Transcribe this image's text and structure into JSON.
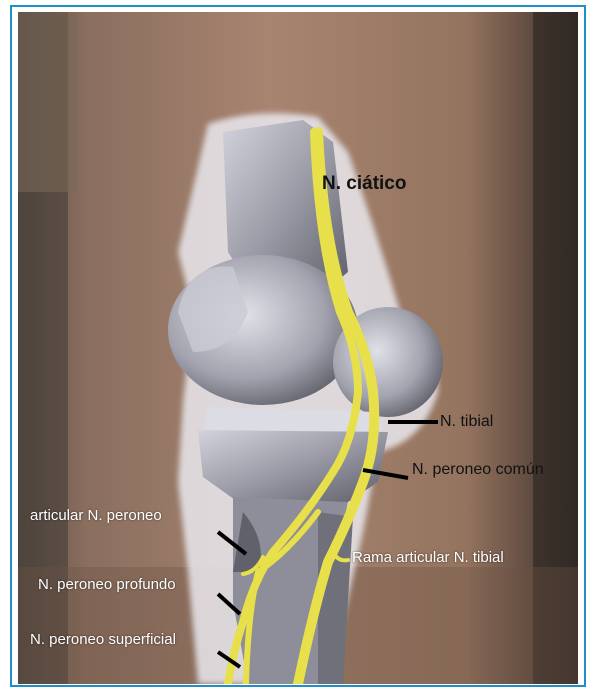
{
  "figure": {
    "labels": {
      "sciatic": "N. ciático",
      "tibial": "N. tibial",
      "common_peroneal": "N. peroneo común",
      "articular_peroneal": "articular N. peroneo",
      "articular_tibial": "Rama articular N. tibial",
      "deep_peroneal": "N. peroneo profundo",
      "superficial_peroneal": "N. peroneo superficial"
    },
    "colors": {
      "frame_border": "#1e8fc6",
      "nerve": "#e8e04a",
      "bone": "#a9aab4",
      "skin": "#9a7a66"
    }
  }
}
